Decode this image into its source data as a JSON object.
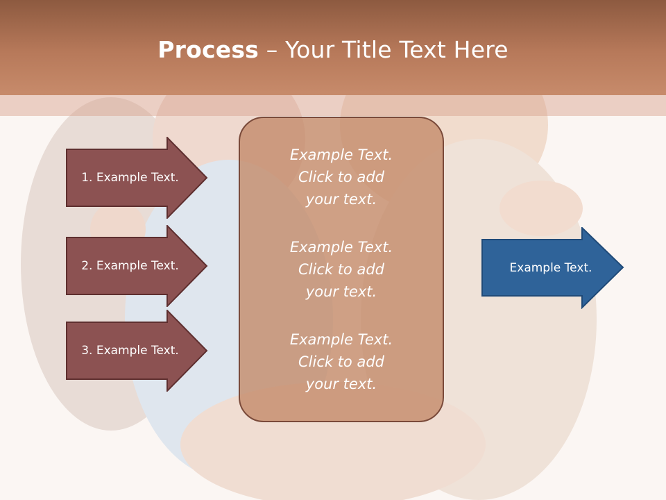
{
  "title": {
    "bold": "Process",
    "rest": " – Your Title Text Here"
  },
  "steps": [
    {
      "label": "1. Example Text."
    },
    {
      "label": "2. Example Text."
    },
    {
      "label": "3. Example Text."
    }
  ],
  "center_items": [
    {
      "text": "Example Text.\nClick  to add\nyour text."
    },
    {
      "text": "Example Text.\nClick  to add\nyour text."
    },
    {
      "text": "Example Text.\nClick  to add\nyour text."
    }
  ],
  "result": {
    "label": "Example Text."
  },
  "colors": {
    "header": "#b7795a",
    "step_fill": "#8c5252",
    "step_border": "#5e2f2f",
    "result_fill": "#2f6399",
    "result_border": "#1f4a78",
    "center_fill": "#c58c6c"
  }
}
